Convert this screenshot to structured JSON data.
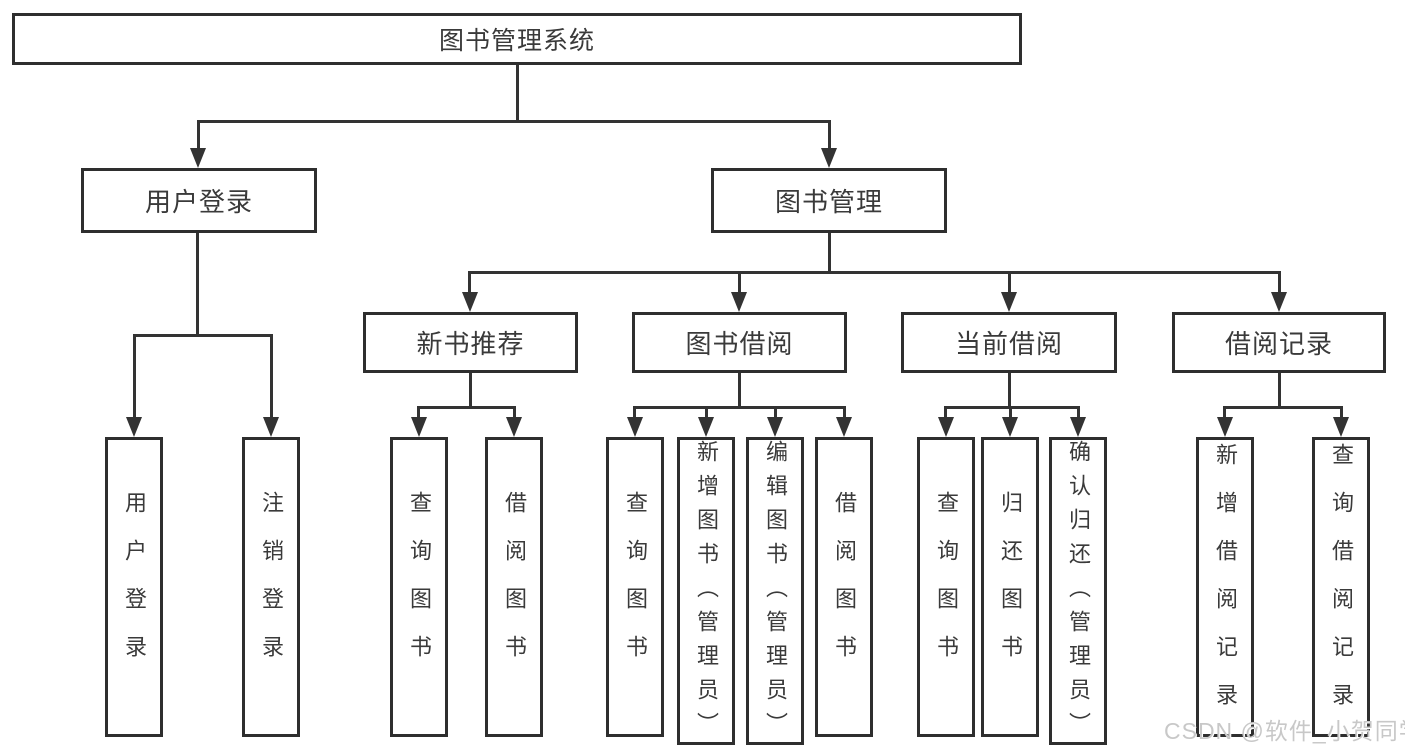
{
  "diagram": {
    "root": "图书管理系统",
    "level2": [
      "用户登录",
      "图书管理"
    ],
    "level3": [
      "新书推荐",
      "图书借阅",
      "当前借阅",
      "借阅记录"
    ],
    "leaves": [
      "用户登录",
      "注销登录",
      "查询图书",
      "借阅图书",
      "查询图书",
      "新增图书（管理员）",
      "编辑图书（管理员）",
      "借阅图书",
      "查询图书",
      "归还图书",
      "确认归还（管理员）",
      "新增借阅记录",
      "查询借阅记录"
    ]
  },
  "watermark": "CSDN @软件_小贺同学",
  "colors": {
    "line": "#333333",
    "box_border": "#2e2e2e",
    "text": "#3a3a3a",
    "watermark": "#c8c8c8",
    "background": "#ffffff"
  }
}
